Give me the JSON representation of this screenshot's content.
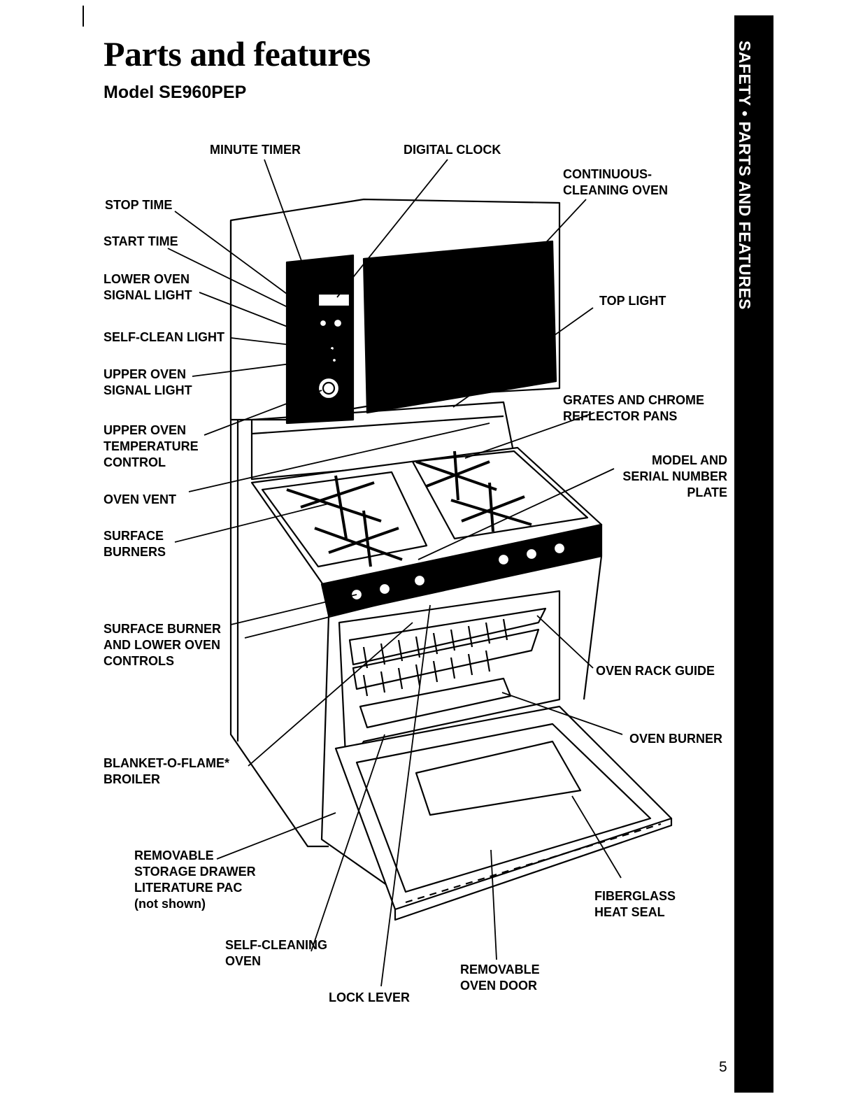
{
  "page": {
    "title": "Parts and features",
    "subtitle": "Model SE960PEP",
    "side_tab": "SAFETY • PARTS AND FEATURES",
    "page_number": "5"
  },
  "labels": {
    "minute_timer": "MINUTE TIMER",
    "digital_clock": "DIGITAL CLOCK",
    "continuous_cleaning_oven": "CONTINUOUS-\nCLEANING OVEN",
    "stop_time": "STOP TIME",
    "start_time": "START TIME",
    "lower_oven_signal_light": "LOWER OVEN\nSIGNAL LIGHT",
    "self_clean_light": "SELF-CLEAN LIGHT",
    "upper_oven_signal_light": "UPPER OVEN\nSIGNAL LIGHT",
    "upper_oven_temperature_control": "UPPER OVEN\nTEMPERATURE\nCONTROL",
    "oven_vent": "OVEN VENT",
    "surface_burners": "SURFACE\nBURNERS",
    "surface_burner_controls": "SURFACE BURNER\nAND LOWER OVEN\nCONTROLS",
    "blanket_o_flame_broiler": "BLANKET-O-FLAME*\nBROILER",
    "removable_storage_drawer": "REMOVABLE\nSTORAGE DRAWER\nLITERATURE PAC\n(not shown)",
    "self_cleaning_oven": "SELF-CLEANING\nOVEN",
    "lock_lever": "LOCK LEVER",
    "removable_oven_door": "REMOVABLE\nOVEN DOOR",
    "fiberglass_heat_seal": "FIBERGLASS\nHEAT SEAL",
    "oven_burner": "OVEN BURNER",
    "oven_rack_guide": "OVEN RACK GUIDE",
    "model_serial_plate": "MODEL AND\nSERIAL NUMBER\nPLATE",
    "grates_reflector_pans": "GRATES AND CHROME\nREFLECTOR PANS",
    "top_light": "TOP LIGHT"
  }
}
